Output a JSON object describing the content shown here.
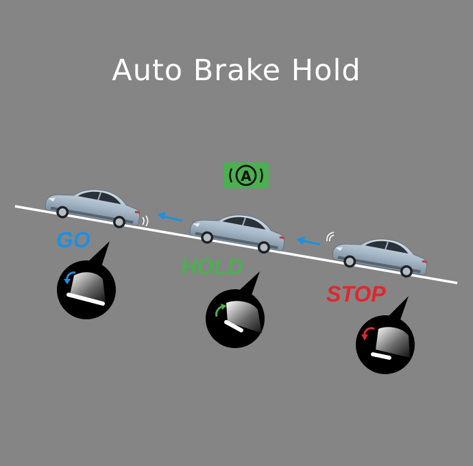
{
  "title": "Auto Brake Hold",
  "indicator": {
    "icon": "brake-hold-a-icon",
    "text": "A",
    "color": "#4caf50"
  },
  "stages": [
    {
      "label": "GO",
      "color": "#1e90e0"
    },
    {
      "label": "HOLD",
      "color": "#4caf50"
    },
    {
      "label": "STOP",
      "color": "#e0262f"
    }
  ],
  "colors": {
    "background": "#858585",
    "road": "#ffffff",
    "car_body": "#a9bccb",
    "arrow": "#1e90e0"
  }
}
